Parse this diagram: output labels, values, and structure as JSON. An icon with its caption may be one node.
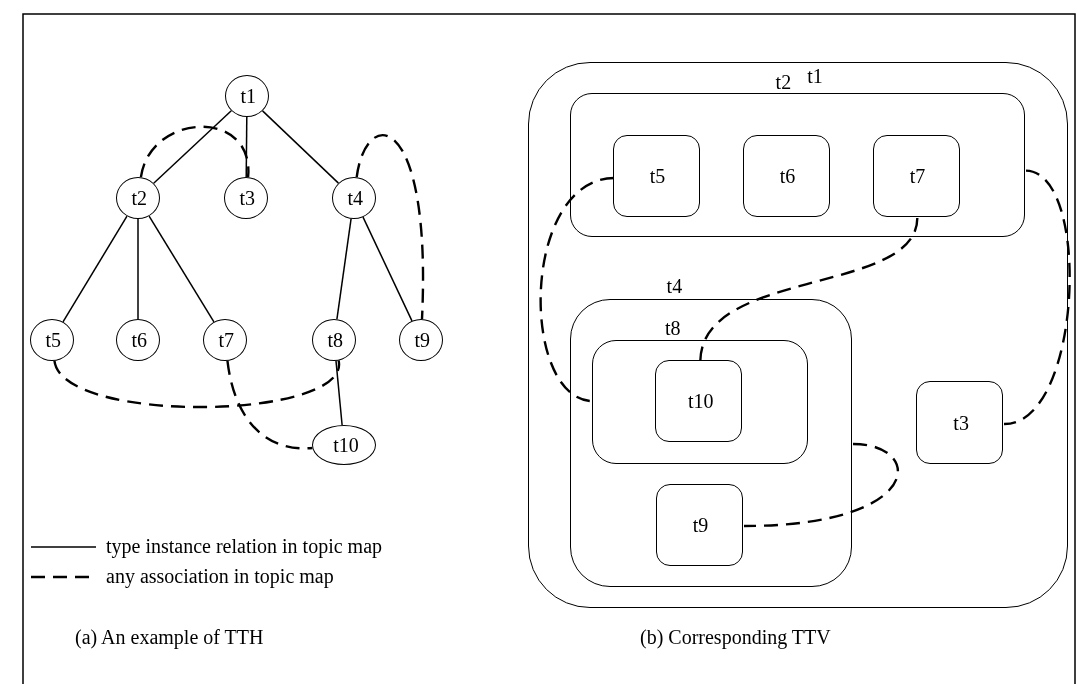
{
  "diagram": {
    "nodes": [
      {
        "text": [
          "t1"
        ]
      },
      {
        "text": [
          "t2"
        ]
      },
      {
        "text": [
          "t3"
        ]
      },
      {
        "text": [
          "t4"
        ]
      },
      {
        "text": [
          "t5"
        ]
      },
      {
        "text": [
          "t6"
        ]
      },
      {
        "text": [
          "t7"
        ]
      },
      {
        "text": [
          "t8"
        ]
      },
      {
        "text": [
          "t9"
        ]
      },
      {
        "text": [
          "t10"
        ]
      },
      {
        "text": [
          "t1"
        ]
      },
      {
        "text": [
          "t2"
        ],
        "in": 10
      },
      {
        "text": [
          "t5"
        ],
        "in": 11
      },
      {
        "text": [
          "t6"
        ],
        "in": 11
      },
      {
        "text": [
          "t7"
        ],
        "in": 11
      },
      {
        "text": [
          "t4"
        ],
        "in": 10
      },
      {
        "text": [
          "t8"
        ],
        "in": 15
      },
      {
        "text": [
          "t10"
        ],
        "in": 16
      },
      {
        "text": [
          "t9"
        ],
        "in": 15
      },
      {
        "text": [
          "t3"
        ],
        "in": 10
      }
    ],
    "edges": [
      {
        "from": 0,
        "to": 1,
        "arrow": "none"
      },
      {
        "from": 0,
        "to": 2,
        "arrow": "none"
      },
      {
        "from": 0,
        "to": 3,
        "arrow": "none"
      },
      {
        "from": 1,
        "to": 4,
        "arrow": "none"
      },
      {
        "from": 1,
        "to": 5,
        "arrow": "none"
      },
      {
        "from": 1,
        "to": 6,
        "arrow": "none"
      },
      {
        "from": 3,
        "to": 7,
        "arrow": "none"
      },
      {
        "from": 3,
        "to": 8,
        "arrow": "none"
      },
      {
        "from": 7,
        "to": 9,
        "arrow": "none"
      },
      {
        "from": 1,
        "to": 2,
        "arrow": "none",
        "style": "dashed"
      },
      {
        "from": 3,
        "to": 8,
        "arrow": "none",
        "style": "dashed"
      },
      {
        "from": 4,
        "to": 7,
        "arrow": "none",
        "style": "dashed"
      },
      {
        "from": 6,
        "to": 9,
        "arrow": "none",
        "style": "dashed"
      },
      {
        "from": 12,
        "to": 16,
        "arrow": "none",
        "style": "dashed"
      },
      {
        "from": 14,
        "to": 17,
        "arrow": "none",
        "style": "dashed"
      },
      {
        "from": 11,
        "to": 19,
        "arrow": "none",
        "style": "dashed"
      },
      {
        "from": 15,
        "to": 18,
        "arrow": "none",
        "style": "dashed"
      }
    ],
    "labels": [
      "(a) An example of TTH",
      "(b) Corresponding TTV"
    ],
    "legend": [
      {
        "text": "type instance relation in topic map"
      },
      {
        "text": "any association in topic map"
      }
    ]
  }
}
